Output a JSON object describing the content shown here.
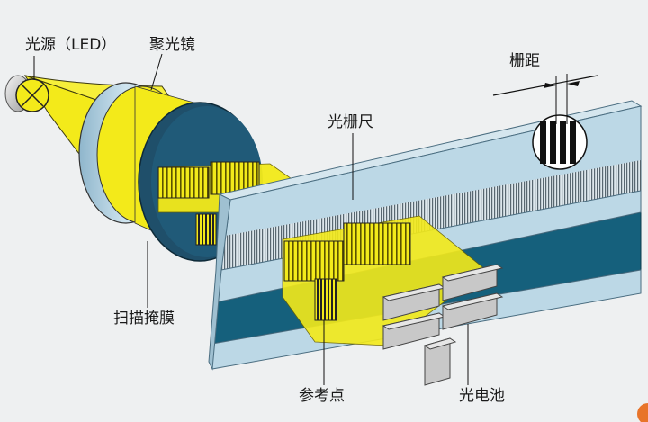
{
  "labels": {
    "led": "光源（LED）",
    "condenser": "聚光镜",
    "grating_pitch": "栅距",
    "scale": "光栅尺",
    "scanning_mask": "扫描掩膜",
    "reference_mark": "参考点",
    "photocell": "光电池"
  },
  "colors": {
    "background": "#eef0f1",
    "light_beam": "#f3ea1a",
    "lens": "#b9d6e6",
    "mask": "#1f4f6a",
    "scale_glass": "#bcd8e6",
    "scale_band": "#15607c",
    "photocell": "#c8c8c8",
    "led": "#cfcfcf"
  }
}
